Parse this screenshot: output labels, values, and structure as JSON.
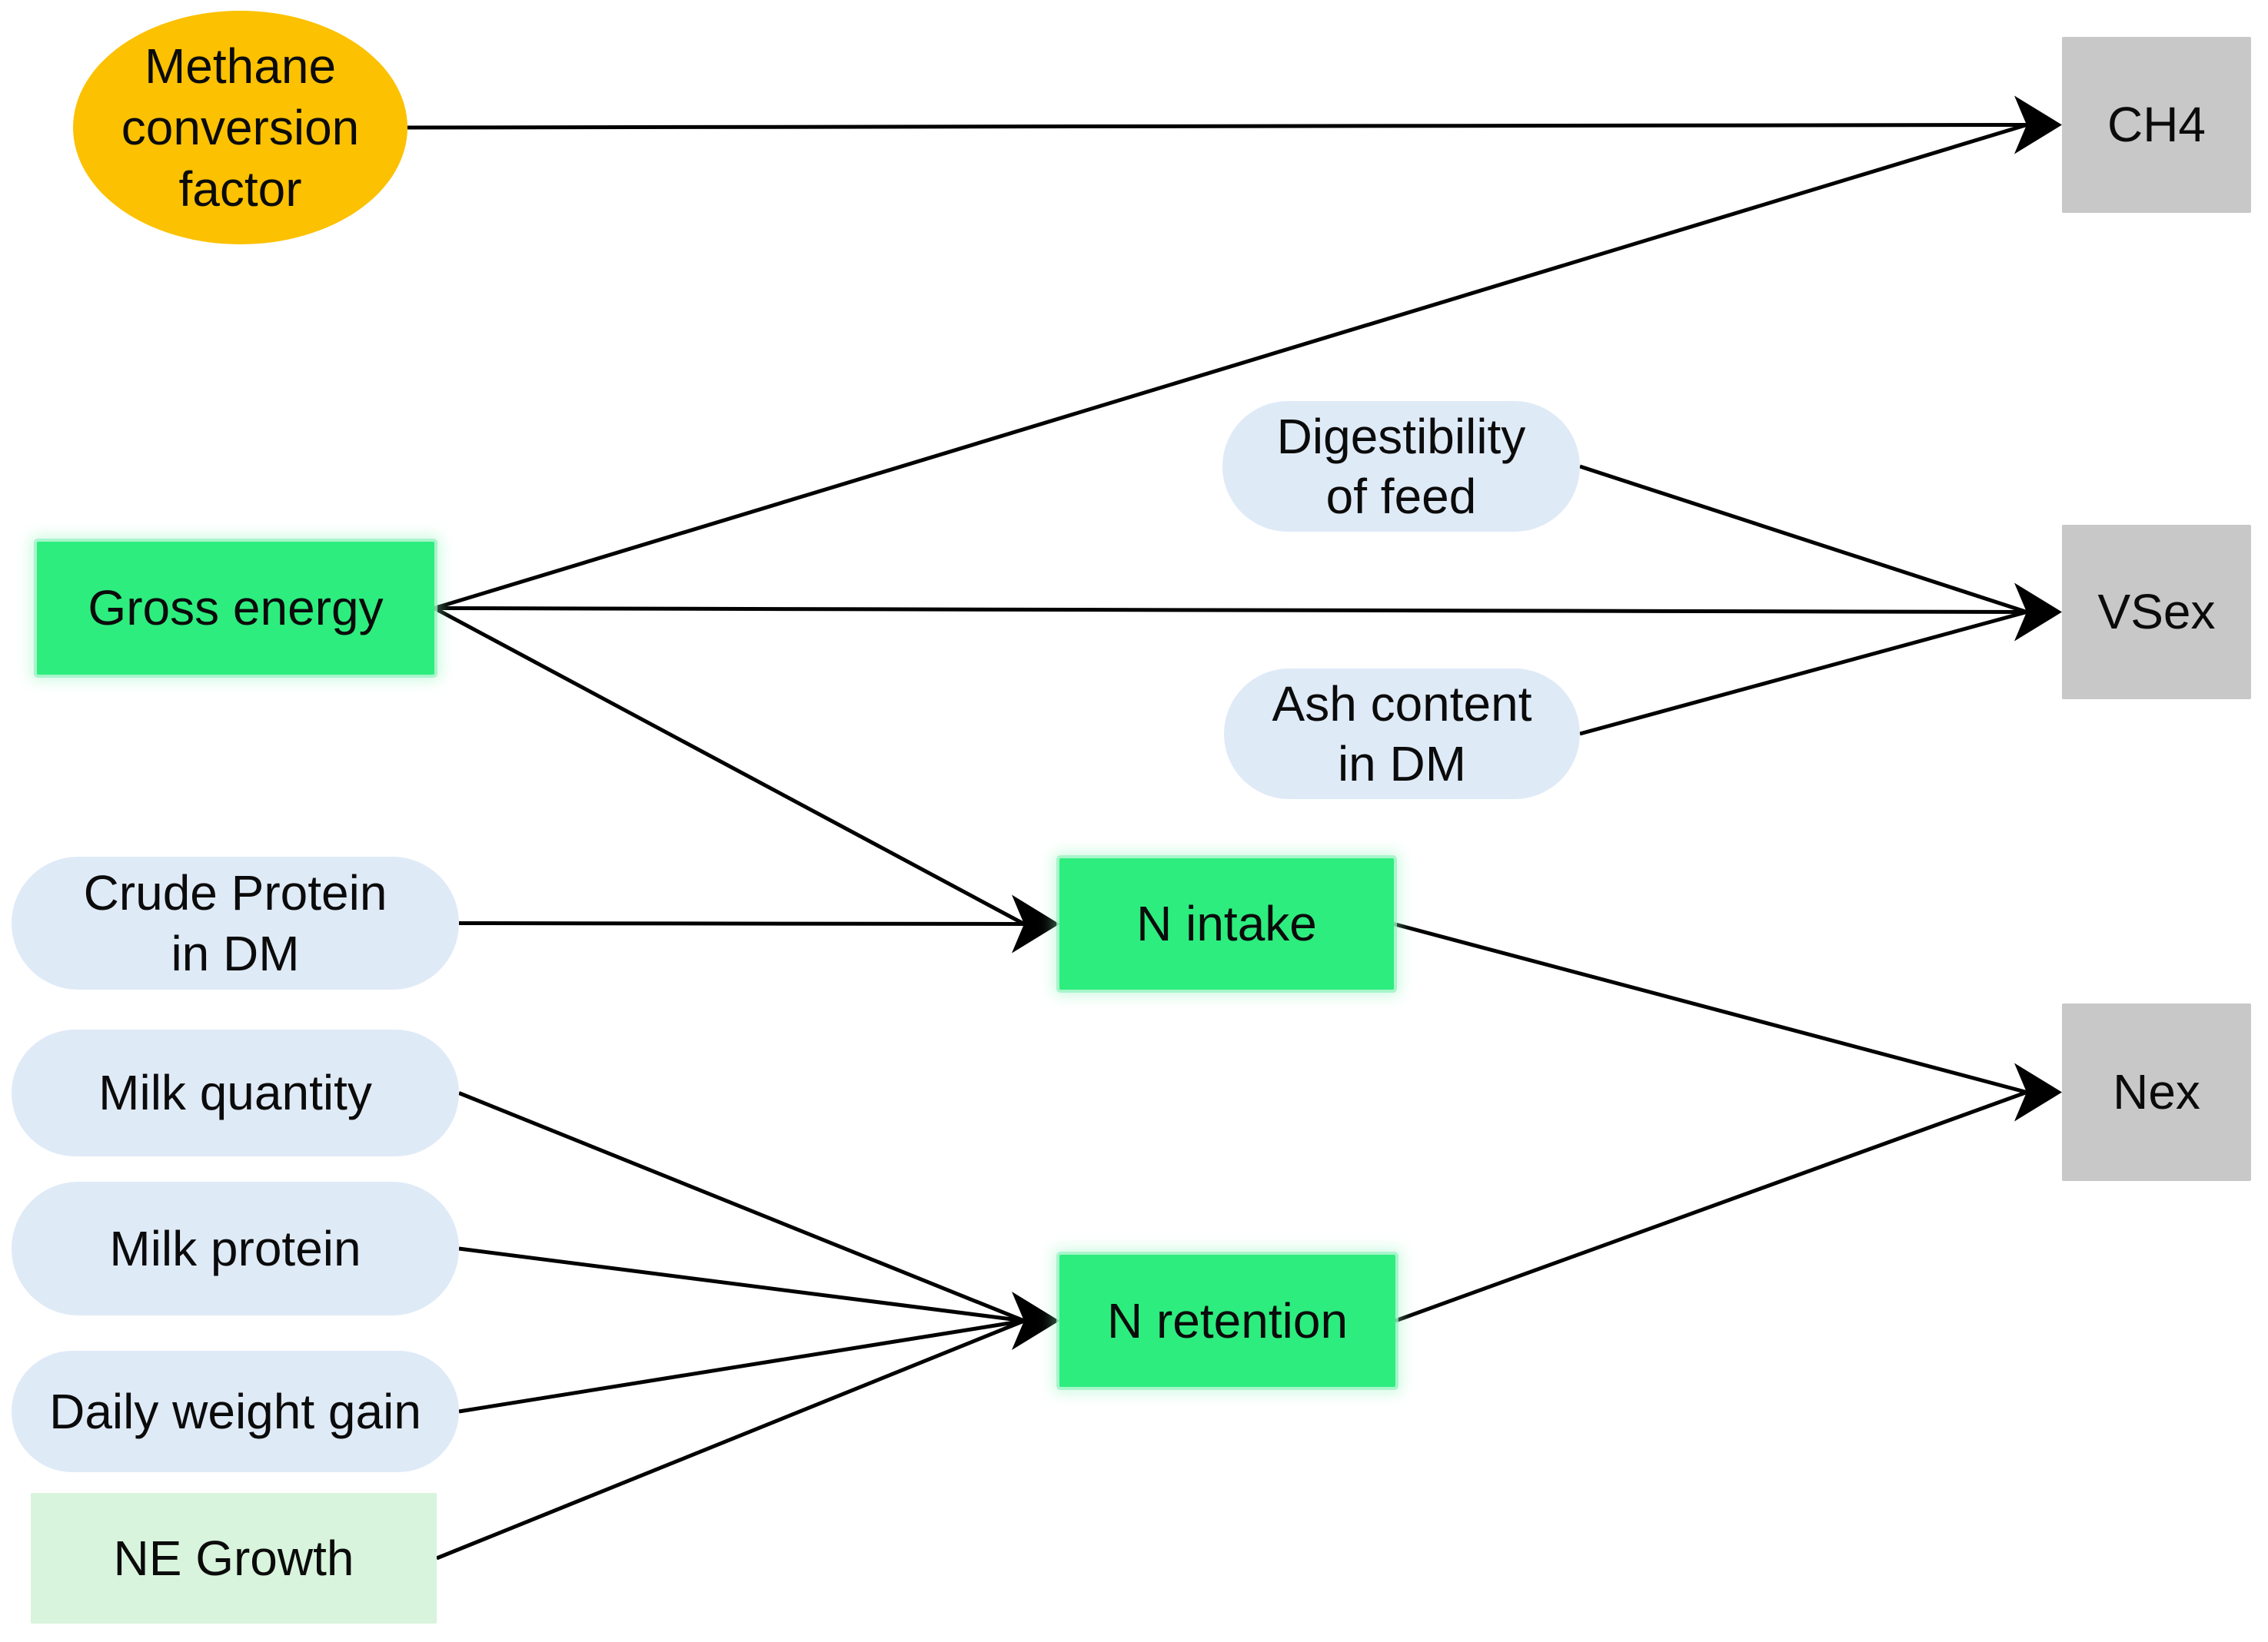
{
  "diagram": {
    "background_color": "#ffffff",
    "edge_color": "#000000",
    "colors": {
      "factor_orange": "#fcc101",
      "process_green": "#2ded7e",
      "input_green_light": "#d8f4dc",
      "input_capsule_blue": "#dfeaf7",
      "output_gray": "#c8c8c8"
    },
    "nodes": [
      {
        "id": "methane-conversion-factor",
        "label": "Methane\nconversion\nfactor",
        "shape": "ellipse",
        "category": "factor",
        "fill": "#fcc101"
      },
      {
        "id": "gross-energy",
        "label": "Gross energy",
        "shape": "rect",
        "category": "intermediate",
        "fill": "#2ded7e"
      },
      {
        "id": "digestibility-of-feed",
        "label": "Digestibility\nof feed",
        "shape": "capsule",
        "category": "input",
        "fill": "#dfeaf7"
      },
      {
        "id": "ash-content-in-dm",
        "label": "Ash content\nin DM",
        "shape": "capsule",
        "category": "input",
        "fill": "#dfeaf7"
      },
      {
        "id": "crude-protein-in-dm",
        "label": "Crude Protein\nin DM",
        "shape": "capsule",
        "category": "input",
        "fill": "#dfeaf7"
      },
      {
        "id": "milk-quantity",
        "label": "Milk quantity",
        "shape": "capsule",
        "category": "input",
        "fill": "#dfeaf7"
      },
      {
        "id": "milk-protein",
        "label": "Milk protein",
        "shape": "capsule",
        "category": "input",
        "fill": "#dfeaf7"
      },
      {
        "id": "daily-weight-gain",
        "label": "Daily weight gain",
        "shape": "capsule",
        "category": "input",
        "fill": "#dfeaf7"
      },
      {
        "id": "ne-growth",
        "label": "NE Growth",
        "shape": "rect",
        "category": "input",
        "fill": "#d8f4dc"
      },
      {
        "id": "n-intake",
        "label": "N intake",
        "shape": "rect",
        "category": "intermediate",
        "fill": "#2ded7e"
      },
      {
        "id": "n-retention",
        "label": "N retention",
        "shape": "rect",
        "category": "intermediate",
        "fill": "#2ded7e"
      },
      {
        "id": "ch4",
        "label": "CH4",
        "shape": "rect",
        "category": "output",
        "fill": "#c8c8c8"
      },
      {
        "id": "vsex",
        "label": "VSex",
        "shape": "rect",
        "category": "output",
        "fill": "#c8c8c8"
      },
      {
        "id": "nex",
        "label": "Nex",
        "shape": "rect",
        "category": "output",
        "fill": "#c8c8c8"
      }
    ],
    "edges": [
      {
        "from": "methane-conversion-factor",
        "to": "ch4"
      },
      {
        "from": "gross-energy",
        "to": "ch4"
      },
      {
        "from": "gross-energy",
        "to": "vsex"
      },
      {
        "from": "gross-energy",
        "to": "n-intake"
      },
      {
        "from": "digestibility-of-feed",
        "to": "vsex"
      },
      {
        "from": "ash-content-in-dm",
        "to": "vsex"
      },
      {
        "from": "crude-protein-in-dm",
        "to": "n-intake"
      },
      {
        "from": "n-intake",
        "to": "nex"
      },
      {
        "from": "milk-quantity",
        "to": "n-retention"
      },
      {
        "from": "milk-protein",
        "to": "n-retention"
      },
      {
        "from": "daily-weight-gain",
        "to": "n-retention"
      },
      {
        "from": "ne-growth",
        "to": "n-retention"
      },
      {
        "from": "n-retention",
        "to": "nex"
      }
    ]
  }
}
